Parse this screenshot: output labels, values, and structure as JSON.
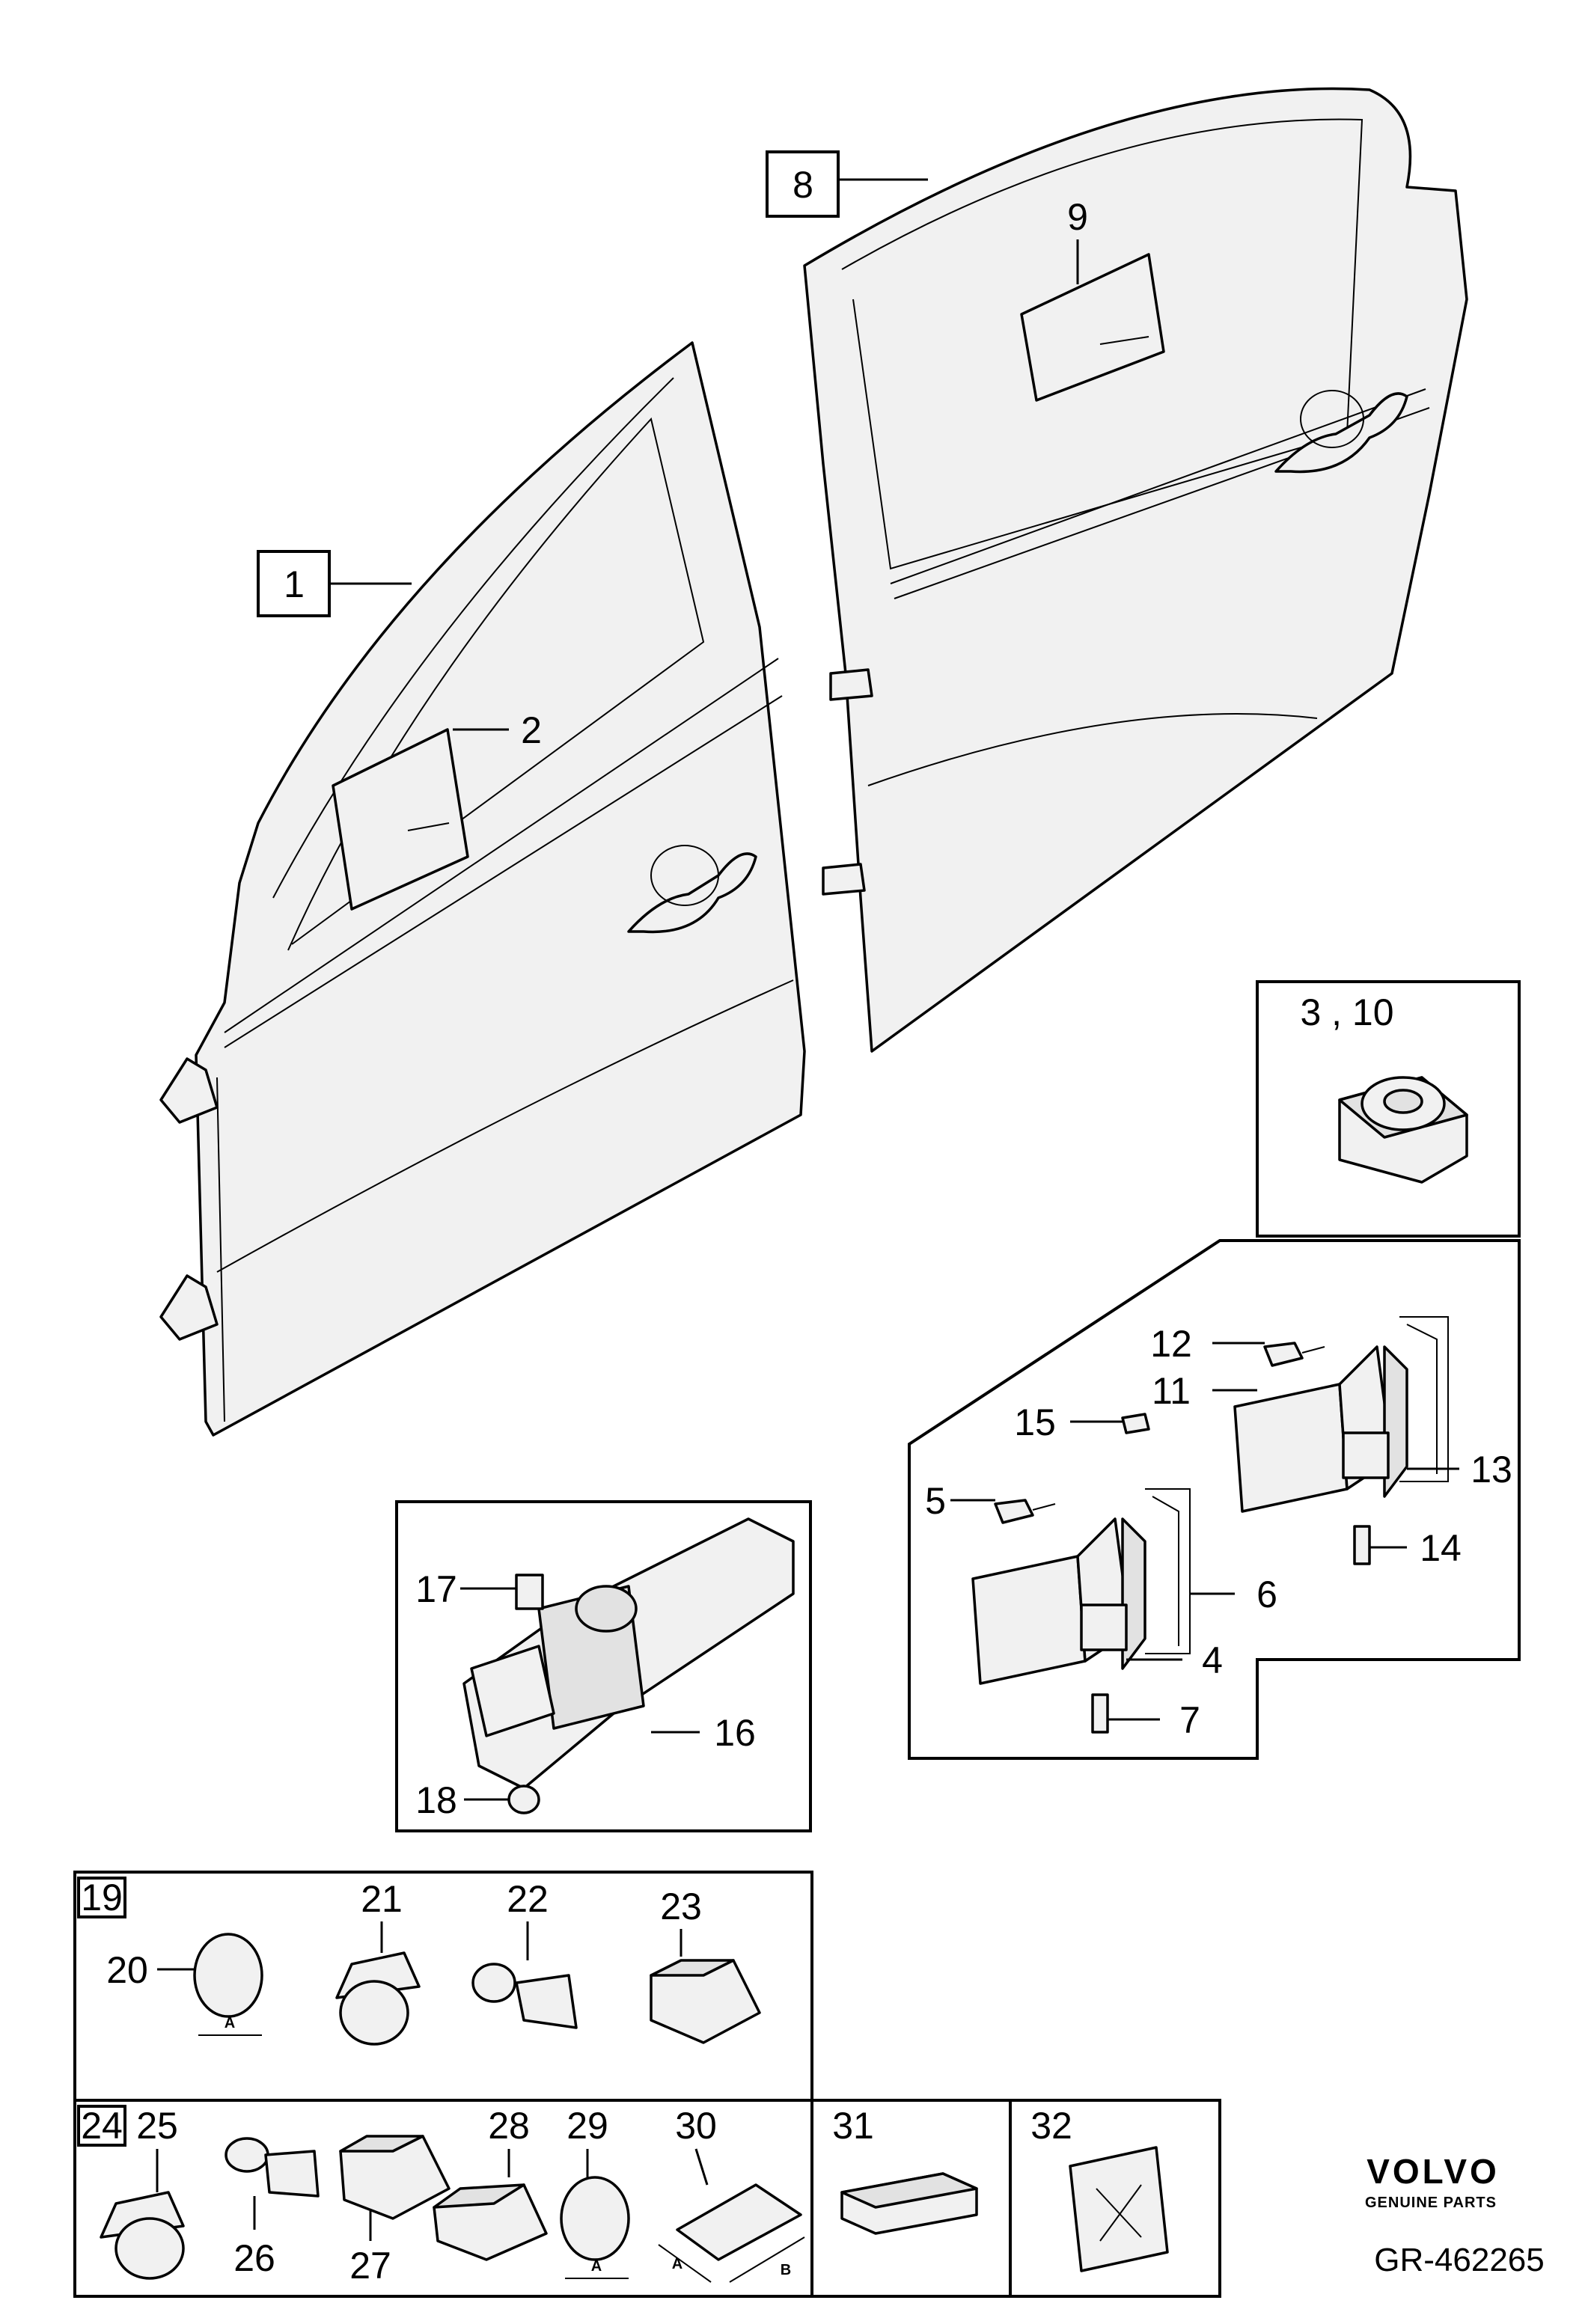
{
  "callouts": {
    "c1": "1",
    "c2": "2",
    "c3_10": "3 , 10",
    "c4": "4",
    "c5": "5",
    "c6": "6",
    "c7": "7",
    "c8": "8",
    "c9": "9",
    "c11": "11",
    "c12": "12",
    "c13": "13",
    "c14": "14",
    "c15": "15",
    "c16": "16",
    "c17": "17",
    "c18": "18",
    "c19": "19",
    "c20": "20",
    "c21": "21",
    "c22": "22",
    "c23": "23",
    "c24": "24",
    "c25": "25",
    "c26": "26",
    "c27": "27",
    "c28": "28",
    "c29": "29",
    "c30": "30",
    "c31": "31",
    "c32": "32"
  },
  "dimensions": {
    "a1": "A",
    "a2": "A",
    "a3": "A",
    "b3": "B"
  },
  "brand": {
    "name": "VOLVO",
    "tagline": "GENUINE PARTS"
  },
  "reference": "GR-462265"
}
